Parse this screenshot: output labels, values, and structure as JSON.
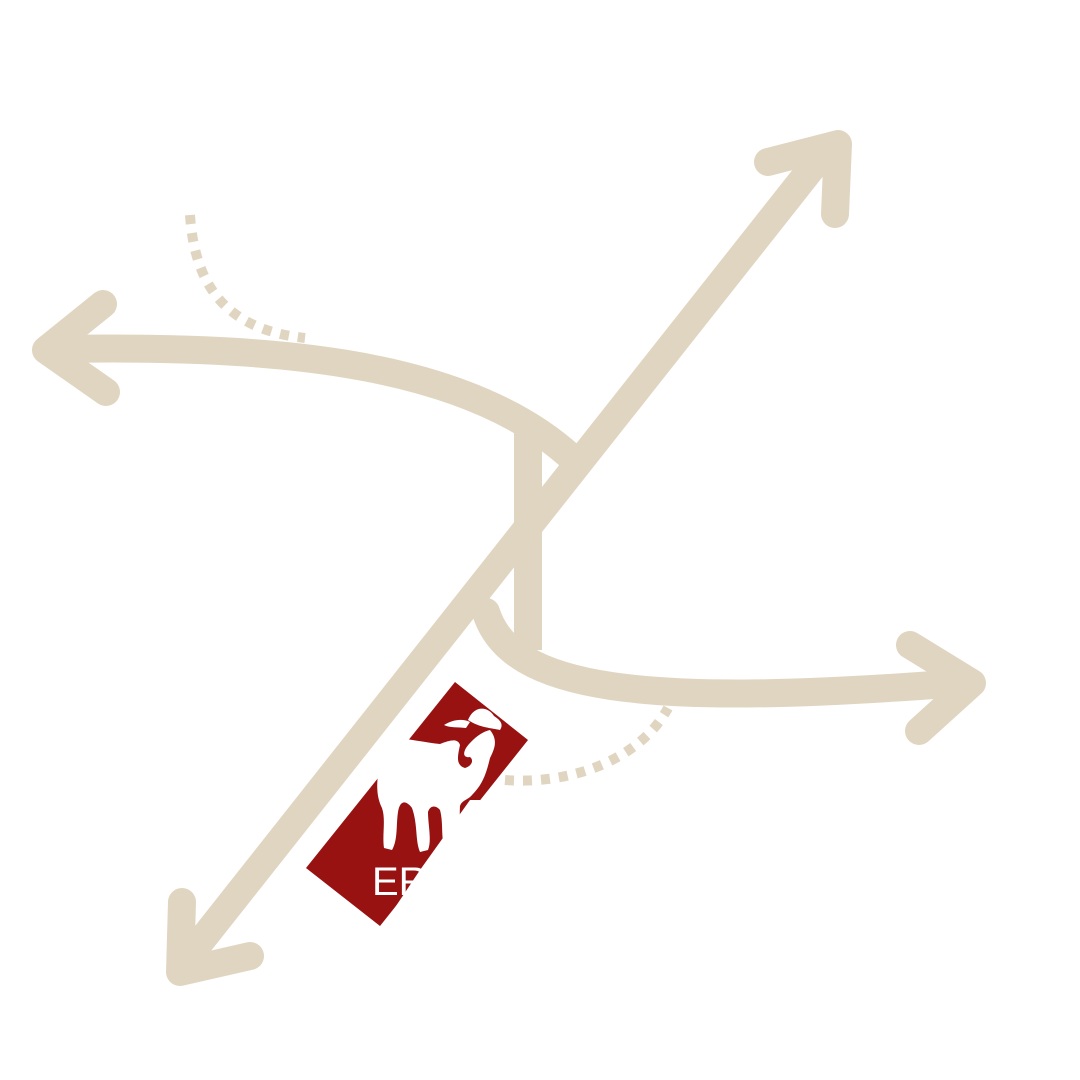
{
  "diagram": {
    "type": "directional-arrows-logo",
    "colors": {
      "arrow": "#e0d5c1",
      "badge": "#981212",
      "badge_text": "#ffffff",
      "background": "#ffffff"
    },
    "arrows": [
      {
        "id": "up-right",
        "direction": "north-east"
      },
      {
        "id": "down-left",
        "direction": "south-west"
      },
      {
        "id": "left",
        "direction": "west"
      },
      {
        "id": "right",
        "direction": "east"
      }
    ],
    "dotted_paths": [
      {
        "id": "top-left-dotted-arc"
      },
      {
        "id": "bottom-right-dotted-arc"
      }
    ],
    "badge": {
      "label": "ER",
      "icon": "goat-icon"
    }
  }
}
